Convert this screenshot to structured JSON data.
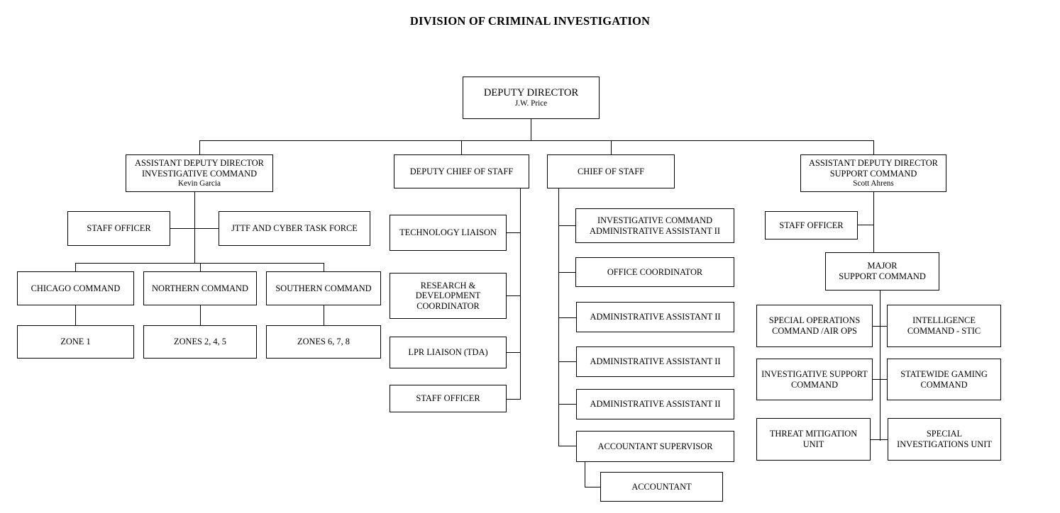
{
  "title": "DIVISION OF CRIMINAL INVESTIGATION",
  "nodes": {
    "deputy_director": {
      "line1": "DEPUTY DIRECTOR",
      "line2": "J.W. Price"
    },
    "add_investigative": {
      "line1": "ASSISTANT DEPUTY DIRECTOR",
      "line2": "INVESTIGATIVE COMMAND",
      "line3": "Kevin Garcia"
    },
    "deputy_chief_of_staff": {
      "line1": "DEPUTY CHIEF OF STAFF"
    },
    "chief_of_staff": {
      "line1": "CHIEF OF STAFF"
    },
    "add_support": {
      "line1": "ASSISTANT DEPUTY DIRECTOR",
      "line2": "SUPPORT COMMAND",
      "line3": "Scott Ahrens"
    },
    "inv_staff_officer": {
      "line1": "STAFF OFFICER"
    },
    "jttf_cyber": {
      "line1": "JTTF AND CYBER TASK FORCE"
    },
    "chicago_command": {
      "line1": "CHICAGO COMMAND"
    },
    "northern_command": {
      "line1": "NORTHERN COMMAND"
    },
    "southern_command": {
      "line1": "SOUTHERN COMMAND"
    },
    "zone_1": {
      "line1": "ZONE 1"
    },
    "zones_245": {
      "line1": "ZONES 2, 4, 5"
    },
    "zones_678": {
      "line1": "ZONES 6, 7, 8"
    },
    "technology_liaison": {
      "line1": "TECHNOLOGY LIAISON"
    },
    "research_development": {
      "line1": "RESEARCH &",
      "line2": "DEVELOPMENT",
      "line3": "COORDINATOR"
    },
    "lpr_liaison": {
      "line1": "LPR LIAISON (TDA)"
    },
    "dcos_staff_officer": {
      "line1": "STAFF OFFICER"
    },
    "inv_cmd_admin_asst": {
      "line1": "INVESTIGATIVE COMMAND",
      "line2": "ADMINISTRATIVE ASSISTANT II"
    },
    "office_coordinator": {
      "line1": "OFFICE COORDINATOR"
    },
    "admin_asst_1": {
      "line1": "ADMINISTRATIVE ASSISTANT II"
    },
    "admin_asst_2": {
      "line1": "ADMINISTRATIVE ASSISTANT II"
    },
    "admin_asst_3": {
      "line1": "ADMINISTRATIVE ASSISTANT II"
    },
    "accountant_supervisor": {
      "line1": "ACCOUNTANT SUPERVISOR"
    },
    "accountant": {
      "line1": "ACCOUNTANT"
    },
    "sup_staff_officer": {
      "line1": "STAFF OFFICER"
    },
    "major_support_command": {
      "line1": "MAJOR",
      "line2": "SUPPORT COMMAND"
    },
    "special_operations": {
      "line1": "SPECIAL OPERATIONS",
      "line2": "COMMAND /AIR OPS"
    },
    "intelligence_stic": {
      "line1": "INTELLIGENCE",
      "line2": "COMMAND - STIC"
    },
    "investigative_support": {
      "line1": "INVESTIGATIVE SUPPORT",
      "line2": "COMMAND"
    },
    "statewide_gaming": {
      "line1": "STATEWIDE GAMING",
      "line2": "COMMAND"
    },
    "threat_mitigation": {
      "line1": "THREAT MITIGATION",
      "line2": "UNIT"
    },
    "special_investigations": {
      "line1": "SPECIAL",
      "line2": "INVESTIGATIONS UNIT"
    }
  },
  "colors": {
    "background": "#ffffff",
    "box_border": "#000000",
    "text": "#000000",
    "connector": "#000000"
  }
}
